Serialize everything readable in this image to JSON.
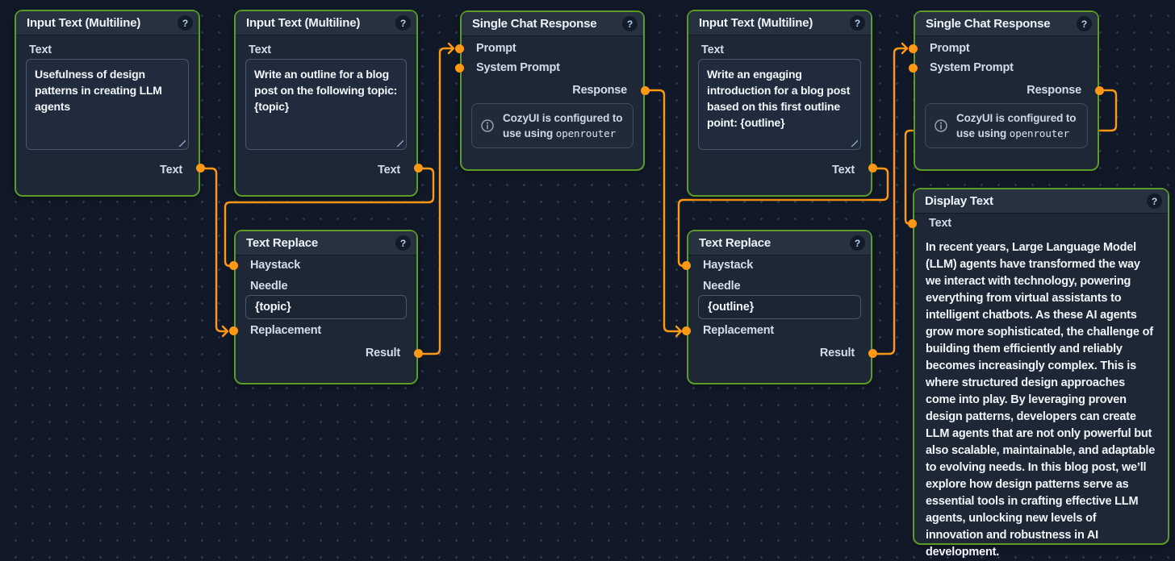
{
  "colors": {
    "background": "#111827",
    "grid_dot": "#2c3a52",
    "node_border": "#5b9b28",
    "node_body": "#1d2736",
    "node_header": "#273240",
    "wire": "#ff9812",
    "port": "#ff9812"
  },
  "nodes": [
    {
      "title": "Input Text (Multiline)",
      "help": "?",
      "field_label": "Text",
      "field_value": "Usefulness of design patterns in creating LLM agents",
      "output_label": "Text"
    },
    {
      "title": "Input Text (Multiline)",
      "help": "?",
      "field_label": "Text",
      "field_value": "Write an outline for a blog post on the following topic: {topic}",
      "output_label": "Text"
    },
    {
      "title": "Single Chat Response",
      "help": "?",
      "input_prompt_label": "Prompt",
      "input_system_prompt_label": "System Prompt",
      "output_label": "Response",
      "notice_message": "CozyUI is configured to use using",
      "notice_provider": "openrouter"
    },
    {
      "title": "Text Replace",
      "help": "?",
      "input_haystack_label": "Haystack",
      "needle_label": "Needle",
      "needle_value": "{topic}",
      "input_replacement_label": "Replacement",
      "output_label": "Result"
    },
    {
      "title": "Input Text (Multiline)",
      "help": "?",
      "field_label": "Text",
      "field_value": "Write an engaging introduction for a blog post based on this first outline point: {outline}",
      "output_label": "Text"
    },
    {
      "title": "Single Chat Response",
      "help": "?",
      "input_prompt_label": "Prompt",
      "input_system_prompt_label": "System Prompt",
      "output_label": "Response",
      "notice_message": "CozyUI is configured to use using",
      "notice_provider": "openrouter"
    },
    {
      "title": "Text Replace",
      "help": "?",
      "input_haystack_label": "Haystack",
      "needle_label": "Needle",
      "needle_value": "{outline}",
      "input_replacement_label": "Replacement",
      "output_label": "Result"
    },
    {
      "title": "Display Text",
      "help": "?",
      "input_label": "Text",
      "content": "In recent years, Large Language Model (LLM) agents have transformed the way we interact with technology, powering everything from virtual assistants to intelligent chatbots. As these AI agents grow more sophisticated, the challenge of building them efficiently and reliably becomes increasingly complex. This is where structured design approaches come into play. By leveraging proven design patterns, developers can create LLM agents that are not only powerful but also scalable, maintainable, and adaptable to evolving needs. In this blog post, we’ll explore how design patterns serve as essential tools in crafting effective LLM agents, unlocking new levels of innovation and robustness in AI development."
    }
  ],
  "connections": [
    {
      "from_node": "Input Text (Multiline) 1",
      "from_port": "Text",
      "to_node": "Text Replace 1",
      "to_port": "Replacement"
    },
    {
      "from_node": "Input Text (Multiline) 2",
      "from_port": "Text",
      "to_node": "Text Replace 1",
      "to_port": "Haystack"
    },
    {
      "from_node": "Text Replace 1",
      "from_port": "Result",
      "to_node": "Single Chat Response 1",
      "to_port": "Prompt"
    },
    {
      "from_node": "Single Chat Response 1",
      "from_port": "Response",
      "to_node": "Text Replace 2",
      "to_port": "Replacement"
    },
    {
      "from_node": "Input Text (Multiline) 3",
      "from_port": "Text",
      "to_node": "Text Replace 2",
      "to_port": "Haystack"
    },
    {
      "from_node": "Text Replace 2",
      "from_port": "Result",
      "to_node": "Single Chat Response 2",
      "to_port": "Prompt"
    },
    {
      "from_node": "Single Chat Response 2",
      "from_port": "Response",
      "to_node": "Display Text",
      "to_port": "Text"
    }
  ]
}
